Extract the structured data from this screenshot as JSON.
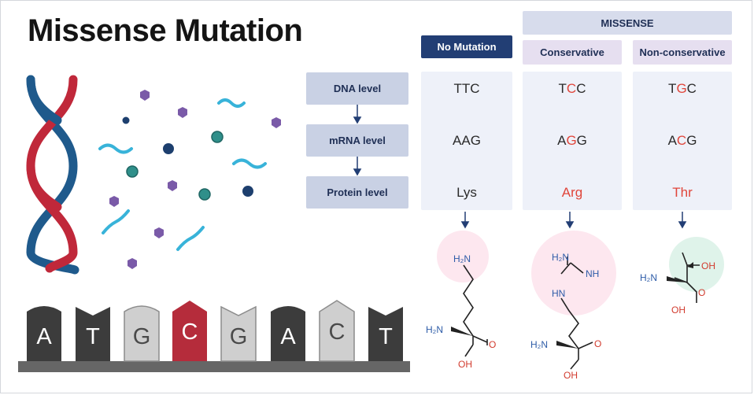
{
  "title": "Missense Mutation",
  "headers": {
    "no_mutation": "No Mutation",
    "missense": "MISSENSE",
    "conservative": "Conservative",
    "non_conservative": "Non-conservative"
  },
  "levels": {
    "dna": "DNA level",
    "mrna": "mRNA level",
    "protein": "Protein level"
  },
  "columns": {
    "no_mutation": {
      "dna": [
        "TTC",
        "",
        ""
      ],
      "mrna": [
        "AAG",
        "",
        ""
      ],
      "protein": "Lys",
      "protein_mutated": false
    },
    "conservative": {
      "dna": [
        "T",
        "C",
        "C"
      ],
      "mrna": [
        "A",
        "G",
        "G"
      ],
      "protein": "Arg",
      "protein_mutated": true
    },
    "non_conservative": {
      "dna": [
        "T",
        "G",
        "C"
      ],
      "mrna": [
        "A",
        "C",
        "G"
      ],
      "protein": "Thr",
      "protein_mutated": true
    }
  },
  "dna_strand_bases": [
    "A",
    "T",
    "G",
    "C",
    "G",
    "A",
    "C",
    "T"
  ],
  "structure_labels": {
    "lys": {
      "side_amine": "H₂N",
      "amine": "H₂N",
      "carbonyl": "O",
      "hydroxyl": "OH"
    },
    "arg": {
      "guan_amine": "H₂N",
      "imine": "NH",
      "hn": "HN",
      "amine": "H₂N",
      "carbonyl": "O",
      "hydroxyl": "OH"
    },
    "thr": {
      "side_oh": "OH",
      "amine": "H₂N",
      "carbonyl": "O",
      "hydroxyl": "OH"
    }
  },
  "colors": {
    "navy": "#223e74",
    "red": "#e0453a",
    "helix_red": "#c0283a",
    "helix_blue": "#1f5a8c",
    "cyan": "#38b3d9",
    "purple": "#7a5aa8",
    "teal": "#2f8f8a",
    "pink_circle": "#fde7ef",
    "green_circle": "#dff3ea"
  }
}
